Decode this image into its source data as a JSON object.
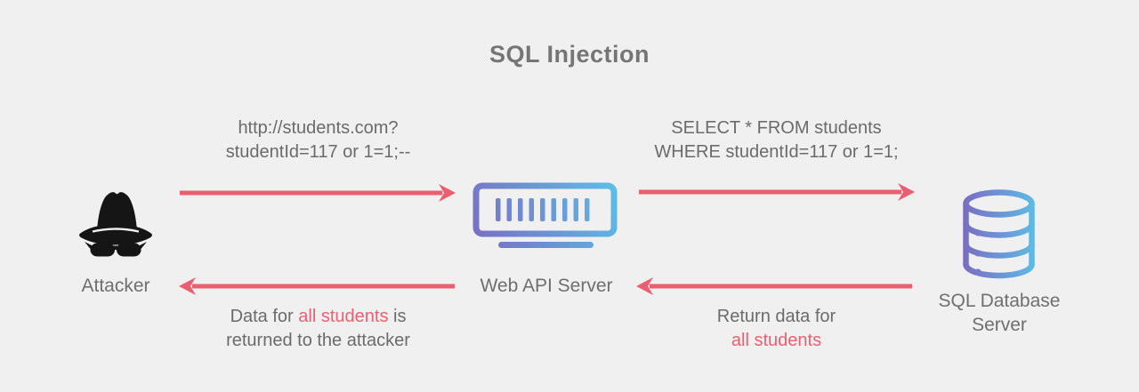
{
  "title": "SQL Injection",
  "colors": {
    "background": "#f0f0f1",
    "arrow": "#ea5f70",
    "label_gray": "#6b6b6b",
    "highlight_red": "#ed5e72",
    "gradient_purple": "#7b6ac1",
    "gradient_blue": "#5cc0e8",
    "attacker_black": "#151515"
  },
  "nodes": {
    "attacker": {
      "label": "Attacker",
      "icon": "spy-hat-mask-icon"
    },
    "web_api_server": {
      "label": "Web API Server",
      "icon": "server-icon"
    },
    "sql_database_server": {
      "label_line1": "SQL Database",
      "label_line2": "Server",
      "icon": "database-icon"
    }
  },
  "messages": {
    "request_url": {
      "line1": "http://students.com?",
      "line2": "studentId=117 or 1=1;--"
    },
    "sql_query": {
      "line1": "SELECT * FROM students",
      "line2": "WHERE studentId=117 or 1=1;"
    },
    "db_response": {
      "line1": "Return data for",
      "highlight": "all students"
    },
    "attacker_response": {
      "prefix": "Data for ",
      "highlight": "all students",
      "suffix": " is",
      "line2": "returned to the attacker"
    }
  },
  "arrows": {
    "attacker_to_server": "request",
    "server_to_db": "query",
    "db_to_server": "response",
    "server_to_attacker": "response"
  }
}
